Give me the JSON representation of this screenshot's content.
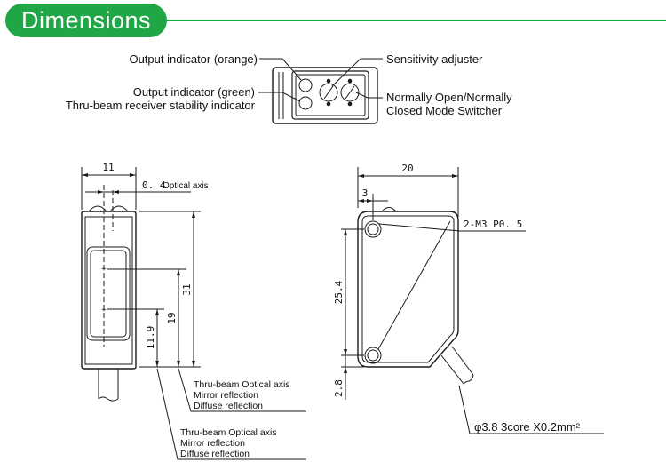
{
  "header": {
    "title": "Dimensions",
    "accent_color": "#1ea744"
  },
  "top_view": {
    "labels": {
      "output_orange": "Output indicator (orange)",
      "output_green": "Output indicator (green)",
      "stability": "Thru-beam receiver stability indicator",
      "sensitivity": "Sensitivity adjuster",
      "mode_line1": "Normally Open/Normally",
      "mode_line2": "Closed Mode Switcher"
    }
  },
  "front_view": {
    "dims": {
      "width": "11",
      "optical_axis_value": "0. 4",
      "height": "31",
      "axis_upper": "19",
      "axis_lower": "11.9"
    },
    "optical_axis_label": "Optical axis",
    "group1": [
      "Thru-beam Optical axis",
      "Mirror reflection",
      "Diffuse reflection"
    ],
    "group2": [
      "Thru-beam Optical axis",
      "Mirror reflection",
      "Diffuse reflection"
    ]
  },
  "side_view": {
    "dims": {
      "width": "20",
      "hole_offset": "3",
      "hole_pitch": "25.4",
      "bottom_offset": "2.8"
    },
    "screw": "2-M3 P0. 5",
    "cable": "φ3.8 3core  X0.2mm²"
  }
}
